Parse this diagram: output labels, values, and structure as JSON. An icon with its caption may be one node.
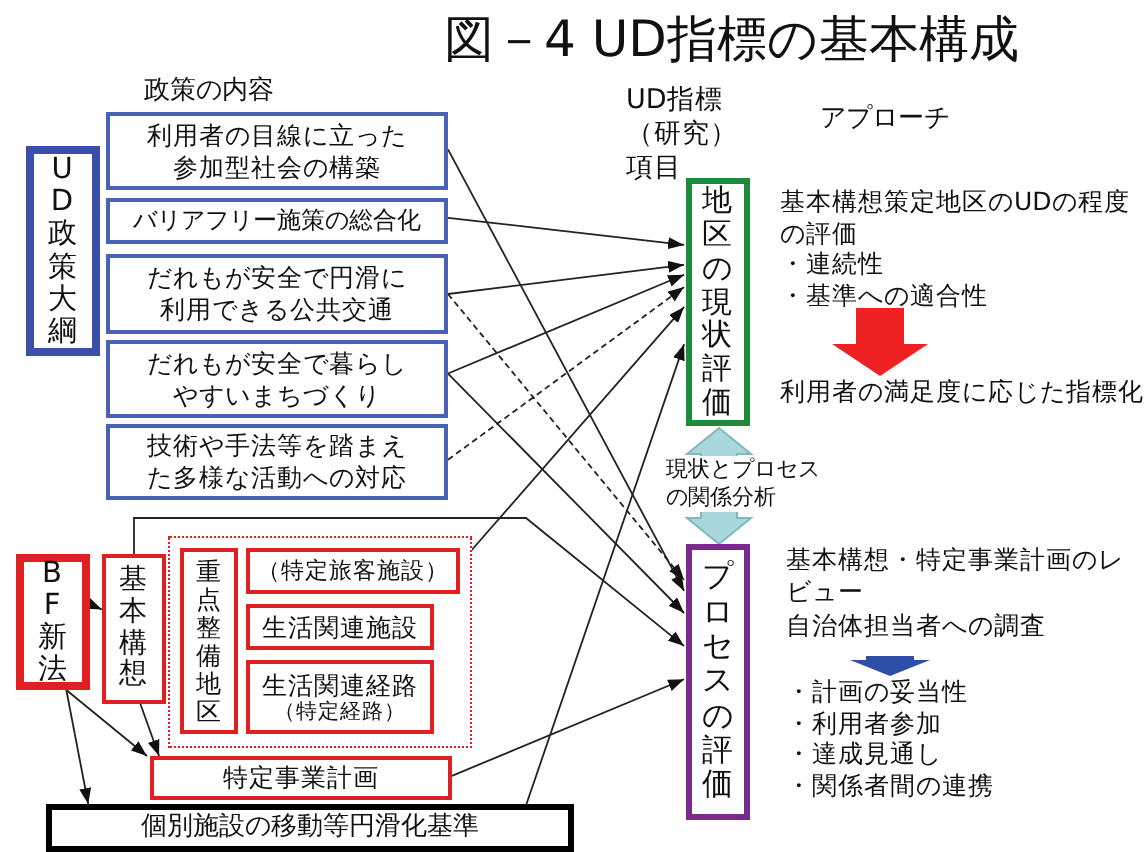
{
  "diagram": {
    "title": "図－4 UD指標の基本構成",
    "nodes": [
      {
        "text": [
          "UD政策大綱"
        ]
      },
      {
        "text": [
          "利用者の目線に立った参加型社会の構築"
        ]
      },
      {
        "text": [
          "バリアフリー施策の総合化"
        ]
      },
      {
        "text": [
          "だれもが安全で円滑に利用できる公共交通"
        ]
      },
      {
        "text": [
          "だれもが安全で暮らしやすいまちづくり"
        ]
      },
      {
        "text": [
          "技術や手法等を踏まえた多様な活動への対応"
        ]
      },
      {
        "text": [
          "BF新法"
        ]
      },
      {
        "text": [
          "基本構想"
        ]
      },
      {
        "text": [],
        "shape": "box"
      },
      {
        "text": [
          "重点整備地区"
        ],
        "in": 8
      },
      {
        "text": [
          "（特定旅客施設）"
        ],
        "in": 8
      },
      {
        "text": [
          "生活関連施設"
        ],
        "in": 8
      },
      {
        "text": [
          "生活関連経路",
          "（特定経路）"
        ],
        "in": 8
      },
      {
        "text": [
          "特定事業計画"
        ]
      },
      {
        "text": [
          "個別施設の移動等円滑化基準"
        ]
      },
      {
        "text": [
          "地区の現状評価"
        ]
      },
      {
        "text": [
          "プロセスの評価"
        ]
      },
      {
        "text": [
          "基本構想策定地区のUDの程度の評価",
          "・連続性",
          "・基準への適合性"
        ]
      },
      {
        "text": [
          "利用者の満足度に応じた指標化"
        ]
      },
      {
        "text": [
          "基本構想・特定事業計画のレビュー",
          "自治体担当者への調査"
        ]
      },
      {
        "text": [
          "・計画の妥当性",
          "・利用者参加",
          "・達成見通し",
          "・関係者間の連携"
        ]
      }
    ],
    "edges": [
      {
        "from": 1,
        "to": 16,
        "arrow": "to"
      },
      {
        "from": 2,
        "to": 15,
        "arrow": "to"
      },
      {
        "from": 3,
        "to": 15,
        "arrow": "to"
      },
      {
        "from": 3,
        "to": 16,
        "arrow": "to",
        "style": "dashed"
      },
      {
        "from": 4,
        "to": 15,
        "arrow": "to"
      },
      {
        "from": 4,
        "to": 16,
        "arrow": "to"
      },
      {
        "from": 5,
        "to": 15,
        "arrow": "to",
        "style": "dashed"
      },
      {
        "from": 7,
        "to": 16,
        "arrow": "to"
      },
      {
        "from": 10,
        "to": 15,
        "arrow": "to"
      },
      {
        "from": 13,
        "to": 16,
        "arrow": "to"
      },
      {
        "from": 14,
        "to": 15,
        "arrow": "to"
      },
      {
        "from": 6,
        "to": 7,
        "arrow": "to"
      },
      {
        "from": 6,
        "to": 13,
        "arrow": "to"
      },
      {
        "from": 6,
        "to": 14,
        "arrow": "to"
      },
      {
        "from": 7,
        "to": 13,
        "arrow": "to"
      },
      {
        "from": 15,
        "to": 16,
        "arrow": "both",
        "style": "thick",
        "color": "#a8d8dc",
        "label": "現状とプロセスの関係分析"
      },
      {
        "from": 17,
        "to": 18,
        "arrow": "to",
        "style": "thick",
        "color": "#ee2222"
      },
      {
        "from": 19,
        "to": 20,
        "arrow": "to",
        "style": "thick",
        "color": "#2e4fa8"
      }
    ],
    "labels": [
      "政策の内容",
      "UD指標（研究）項目",
      "アプローチ"
    ]
  }
}
